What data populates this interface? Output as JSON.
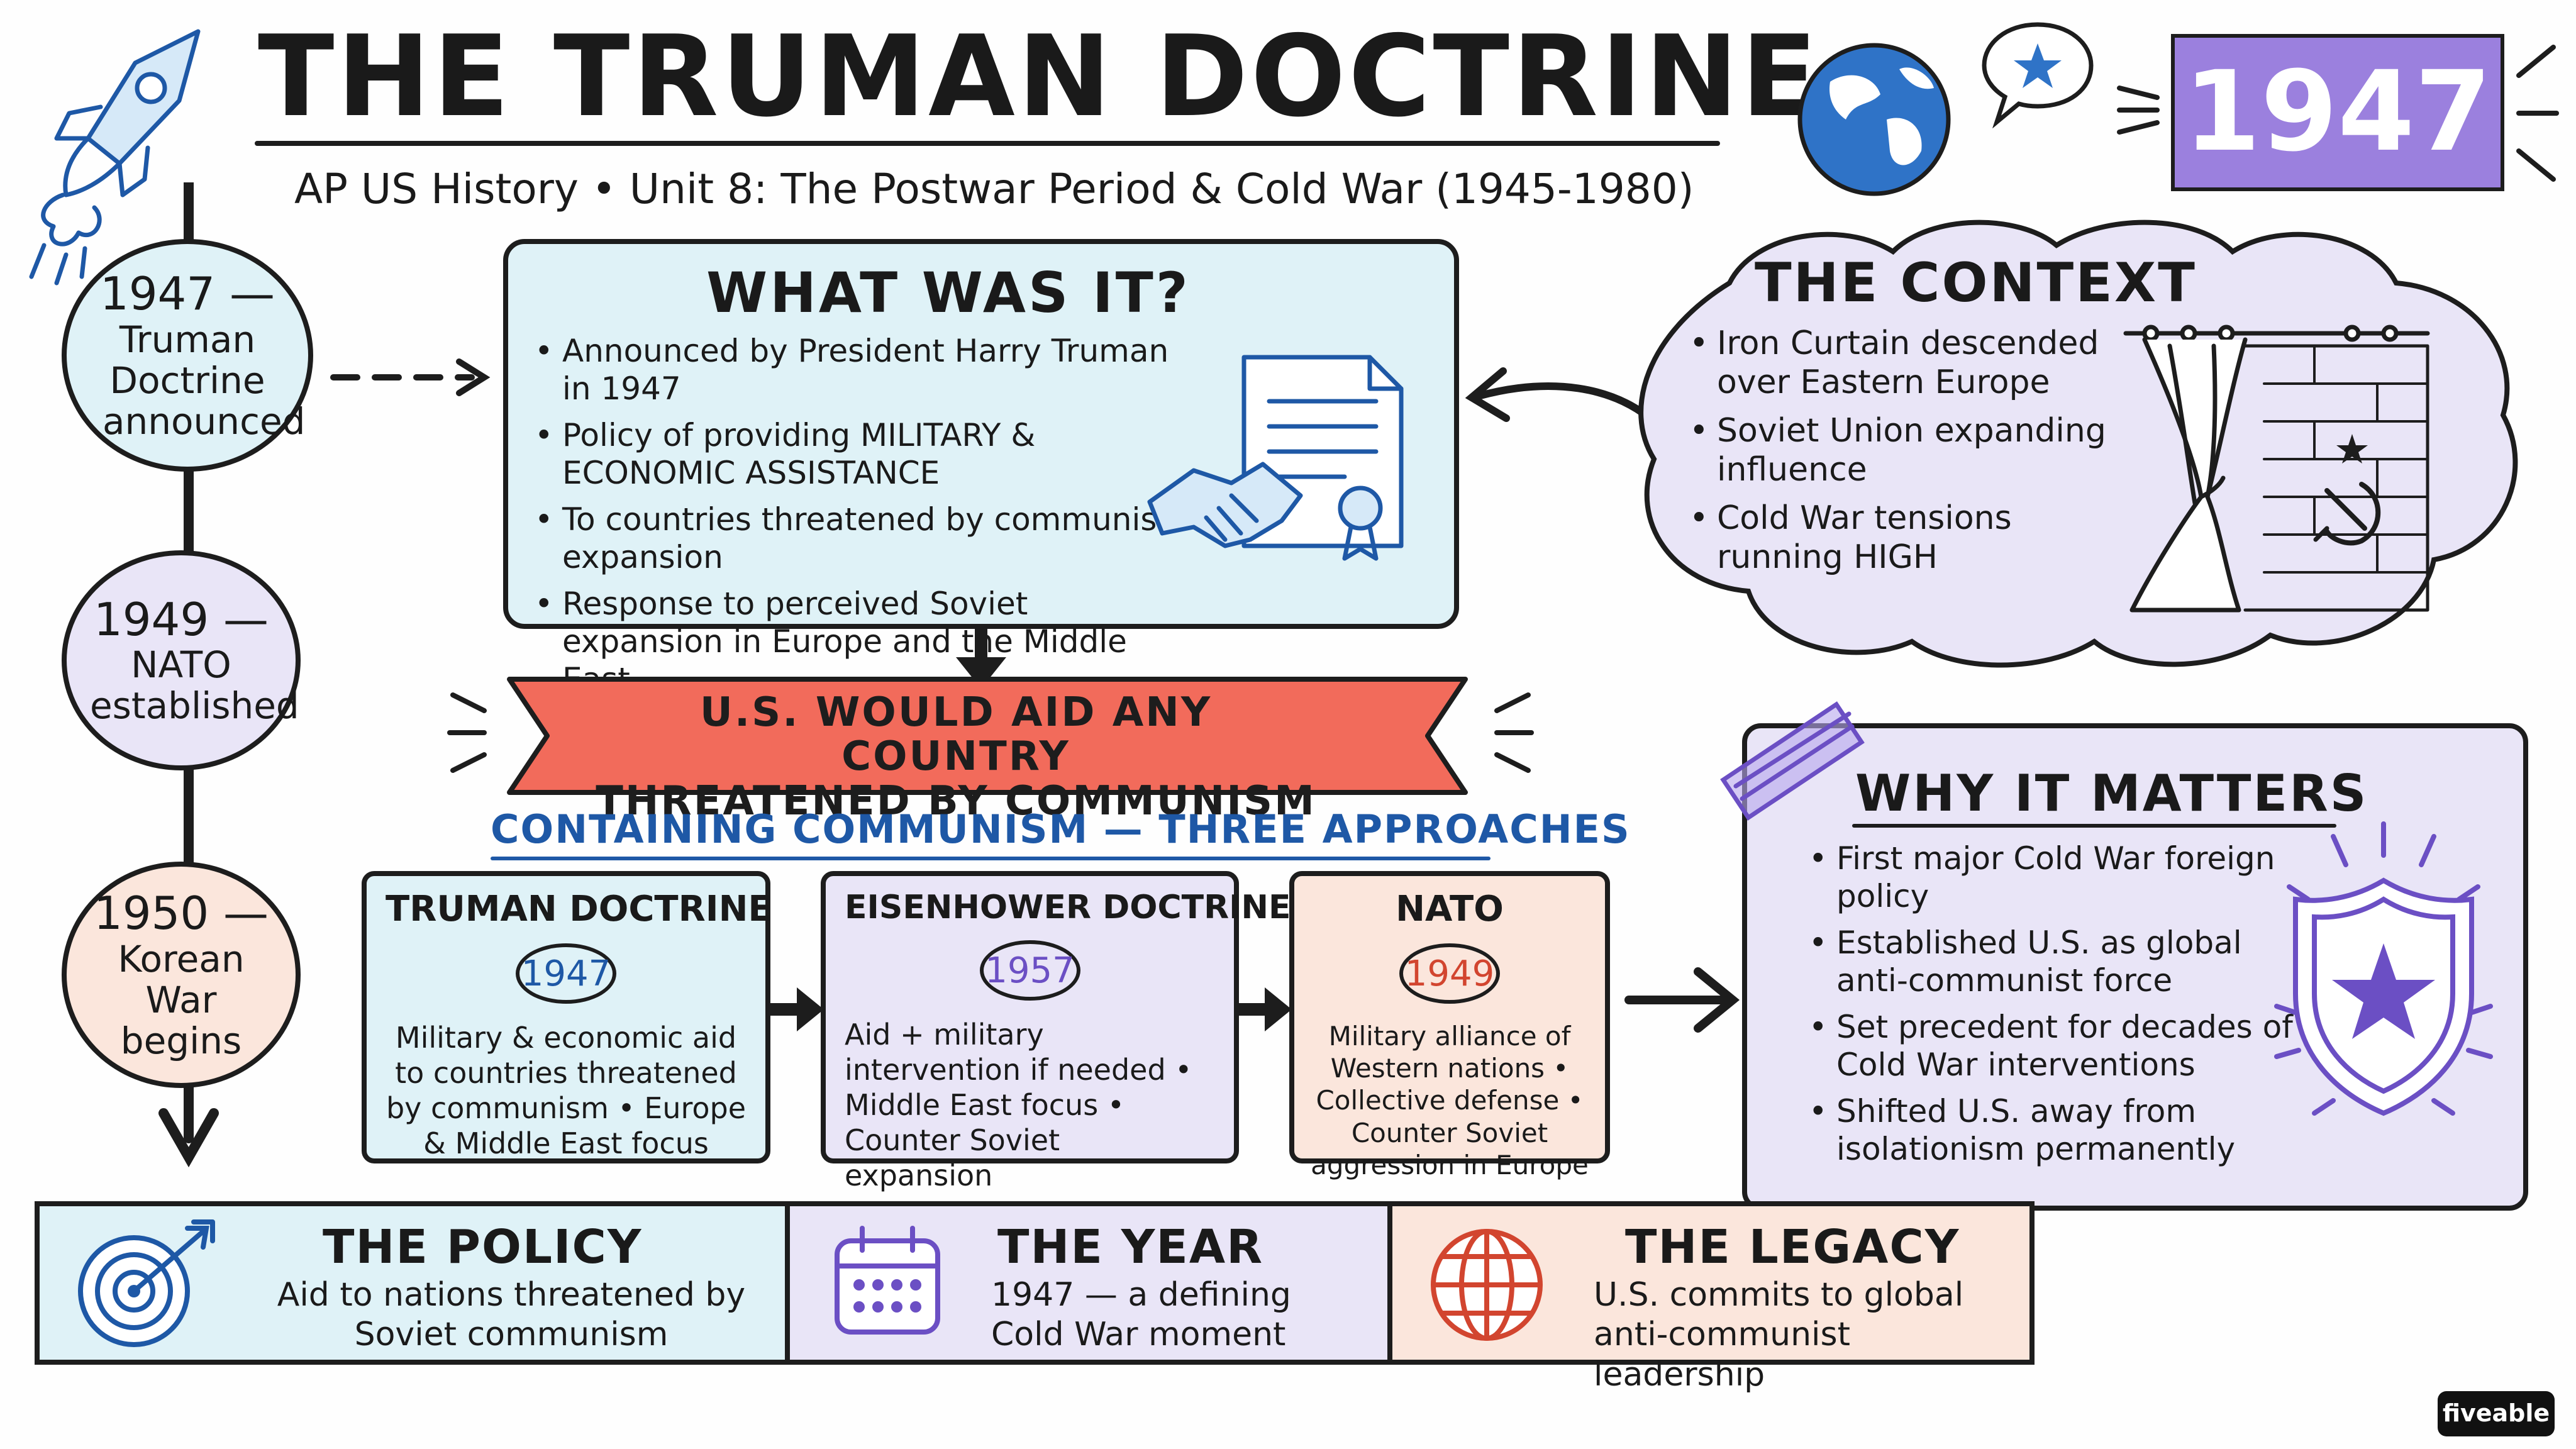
{
  "header": {
    "title": "THE TRUMAN DOCTRINE",
    "subtitle": "AP US History • Unit 8: The Postwar Period & Cold War (1945-1980)",
    "year_badge": "1947"
  },
  "timeline": [
    {
      "year": "1947 —",
      "label": "Truman Doctrine announced",
      "color": "#dff2f7"
    },
    {
      "year": "1949 —",
      "label": "NATO established",
      "color": "#e9e5f7"
    },
    {
      "year": "1950 —",
      "label": "Korean War begins",
      "color": "#fbe6dc"
    }
  ],
  "what_was_it": {
    "title": "WHAT WAS IT?",
    "bullets": [
      "Announced by President Harry Truman in 1947",
      "Policy of providing MILITARY & ECONOMIC ASSISTANCE",
      "To countries threatened by communist expansion",
      "Response to perceived Soviet expansion in Europe and the Middle East"
    ]
  },
  "context": {
    "title": "THE CONTEXT",
    "bullets": [
      "Iron Curtain descended over Eastern Europe",
      "Soviet Union expanding influence",
      "Cold War tensions running HIGH"
    ]
  },
  "banner": {
    "line1": "U.S. WOULD AID ANY COUNTRY",
    "line2": "THREATENED BY COMMUNISM",
    "color": "#f26b5b"
  },
  "approaches_title": "CONTAINING COMMUNISM — THREE APPROACHES",
  "approaches": [
    {
      "title": "TRUMAN DOCTRINE",
      "year": "1947",
      "text": "Military & economic aid to countries threatened by communism • Europe & Middle East focus",
      "color": "#dff2f7",
      "year_color": "#1e58a6"
    },
    {
      "title": "EISENHOWER DOCTRINE",
      "year": "1957",
      "text": "Aid + military intervention if needed • Middle East focus • Counter Soviet expansion",
      "color": "#e9e5f7",
      "year_color": "#6b4fc4"
    },
    {
      "title": "NATO",
      "year": "1949",
      "text": "Military alliance of Western nations • Collective defense • Counter Soviet aggression in Europe",
      "color": "#fbe6dc",
      "year_color": "#d2452f"
    }
  ],
  "why_it_matters": {
    "title": "WHY IT MATTERS",
    "bullets": [
      "First major Cold War foreign policy",
      "Established U.S. as global anti-communist force",
      "Set precedent for decades of Cold War interventions",
      "Shifted U.S. away from isolationism permanently"
    ]
  },
  "bottom": [
    {
      "title": "THE POLICY",
      "text": "Aid to nations threatened by Soviet communism",
      "icon": "target-icon"
    },
    {
      "title": "THE YEAR",
      "text": "1947 — a defining Cold War moment",
      "icon": "calendar-icon"
    },
    {
      "title": "THE LEGACY",
      "text": "U.S. commits to global anti-communist leadership",
      "icon": "globe-icon"
    }
  ],
  "brand": "fiveable"
}
